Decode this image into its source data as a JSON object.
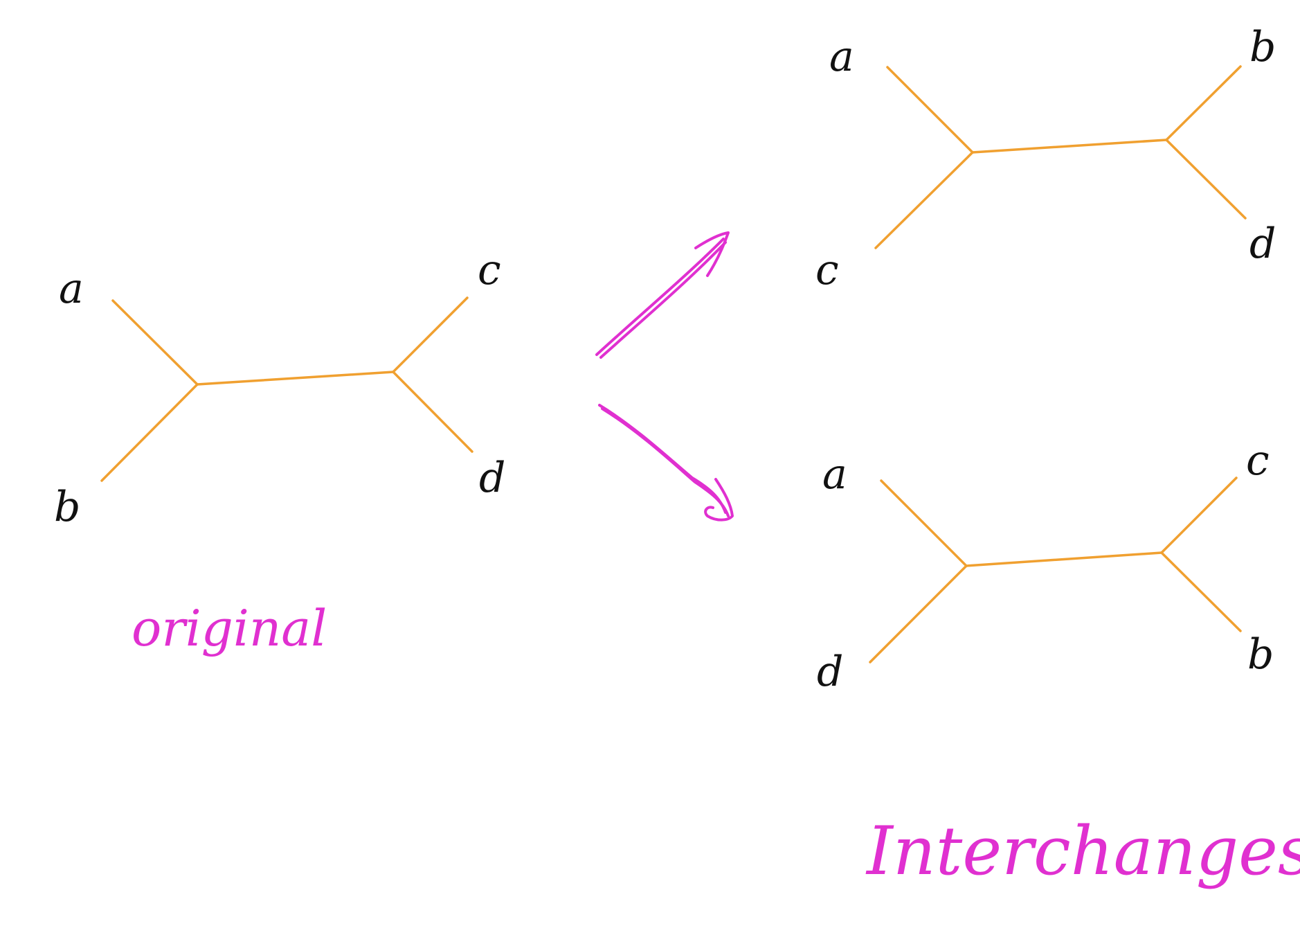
{
  "trees": {
    "original": {
      "leaves": [
        "a",
        "b",
        "c",
        "d"
      ]
    },
    "interchange_1": {
      "leaves": [
        "a",
        "c",
        "b",
        "d"
      ]
    },
    "interchange_2": {
      "leaves": [
        "a",
        "d",
        "c",
        "b"
      ]
    }
  },
  "captions": {
    "original": "original",
    "interchanges": "Interchanges"
  },
  "colors": {
    "edges": "#f0a030",
    "annotations": "#e030d0",
    "labels": "#111111"
  }
}
